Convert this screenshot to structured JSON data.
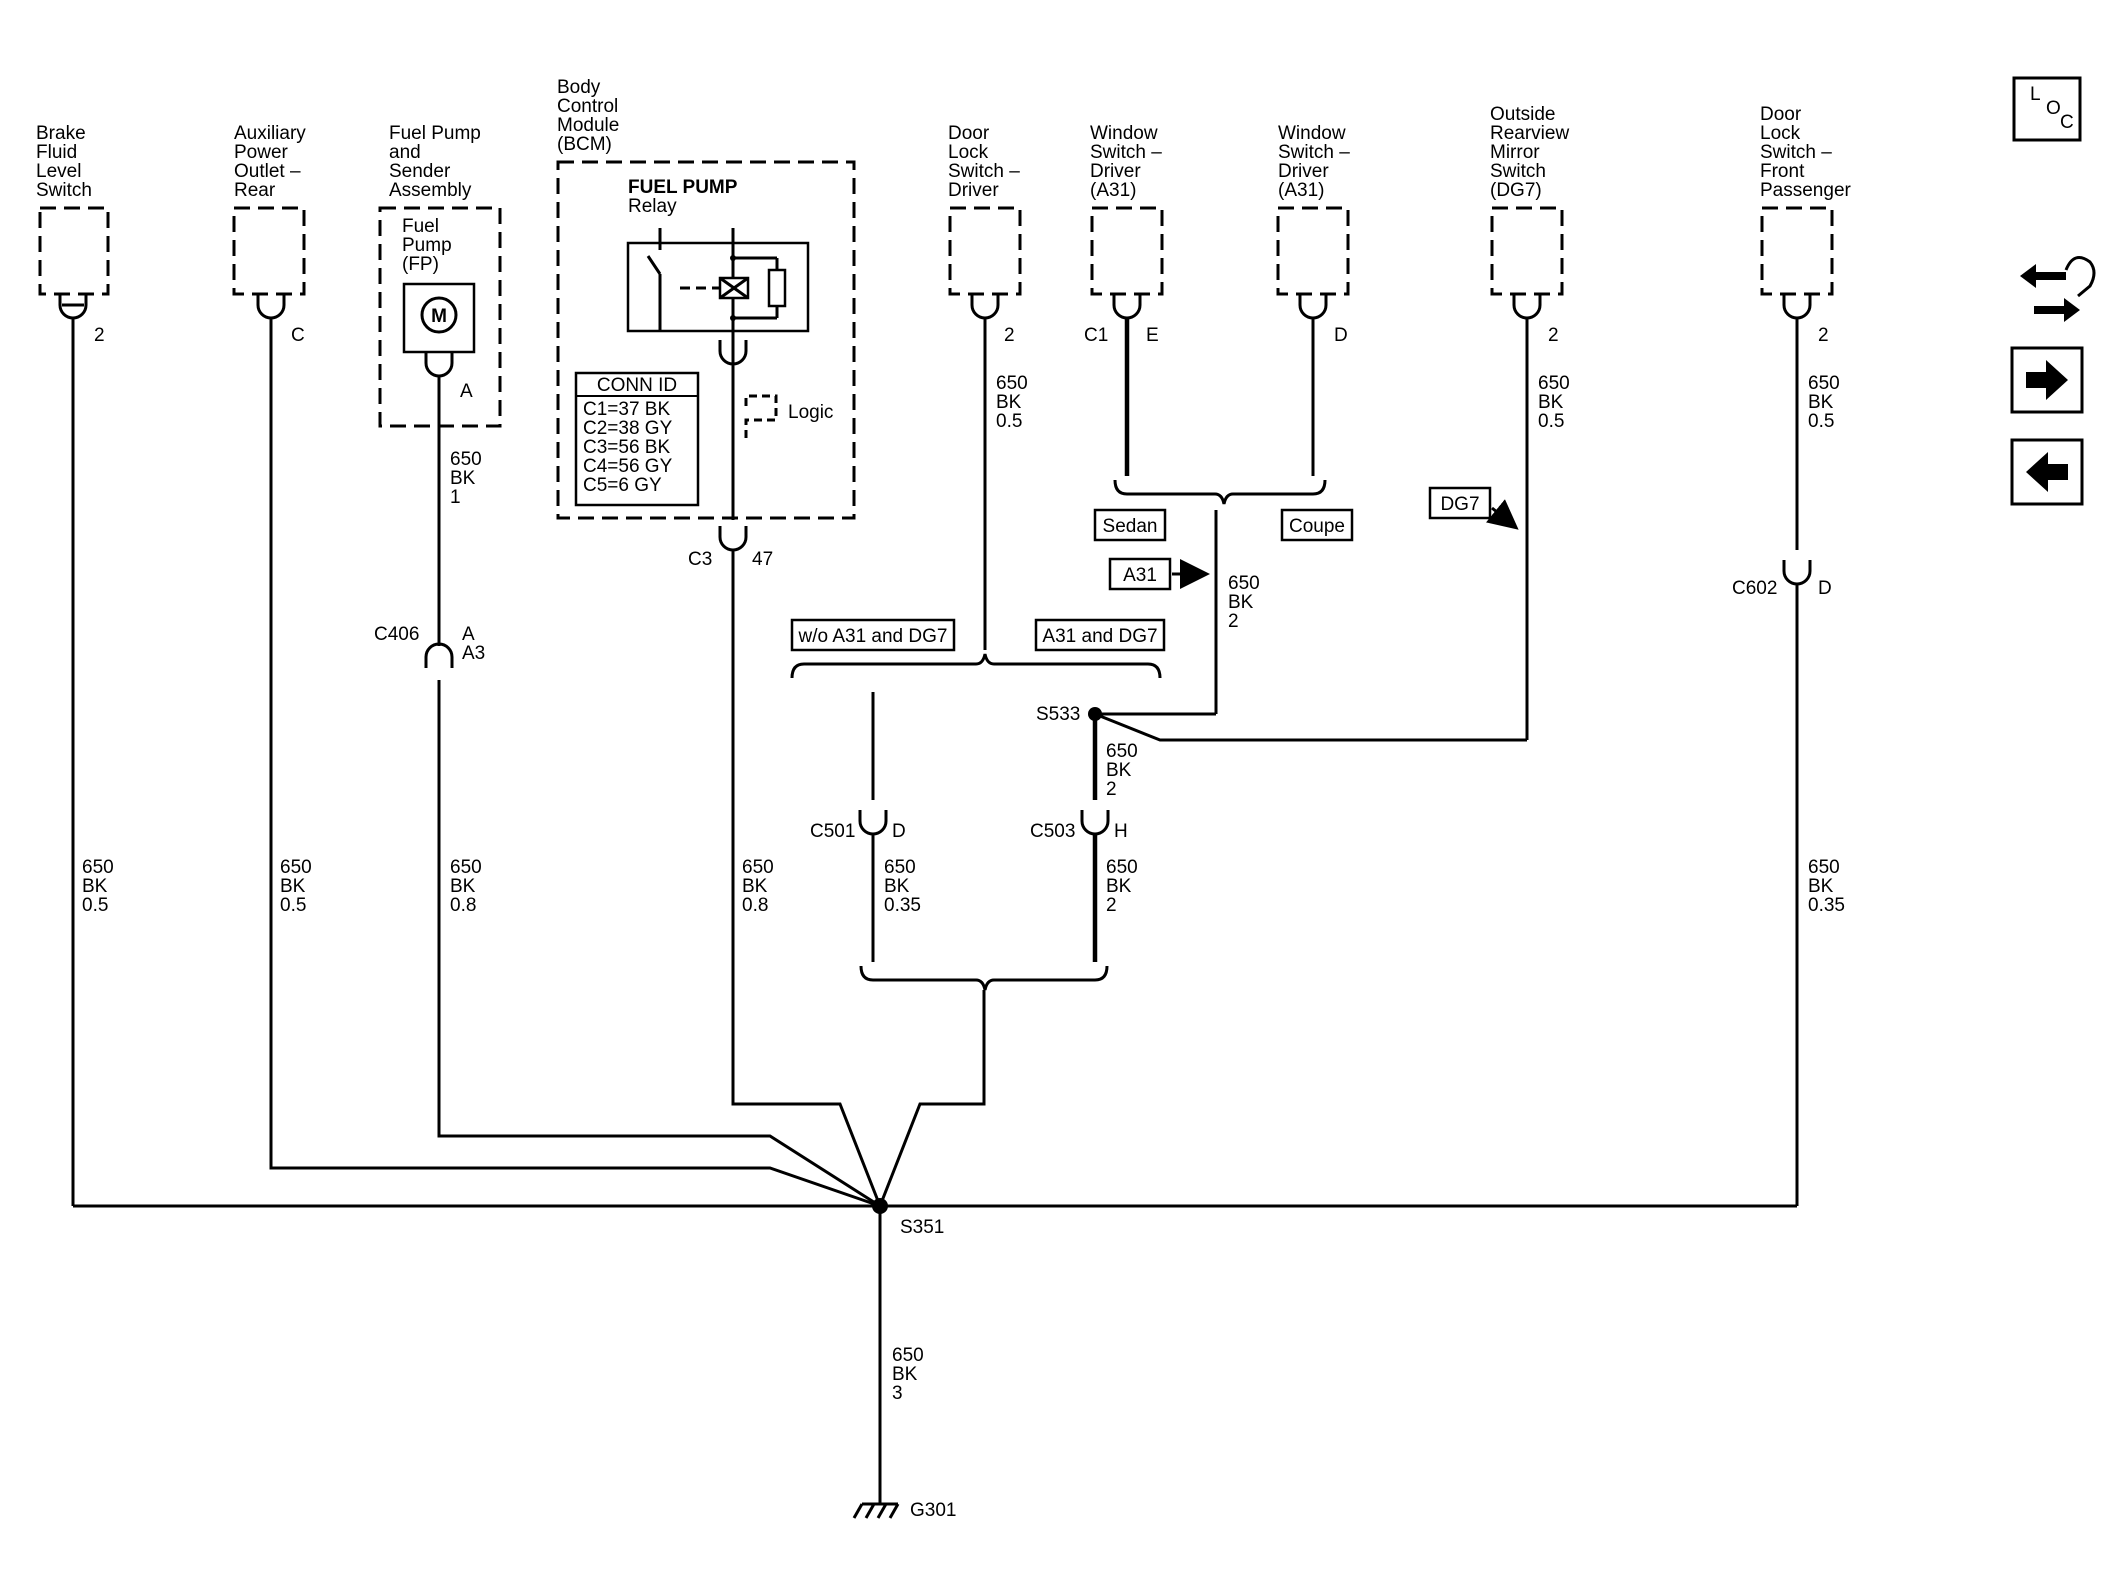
{
  "components": {
    "brake_fluid": [
      "Brake",
      "Fluid",
      "Level",
      "Switch"
    ],
    "aux_power": [
      "Auxiliary",
      "Power",
      "Outlet –",
      "Rear"
    ],
    "fuel_pump_assy": [
      "Fuel Pump",
      "and",
      "Sender",
      "Assembly"
    ],
    "fuel_pump_fp": [
      "Fuel",
      "Pump",
      "(FP)"
    ],
    "motor_symbol": "M",
    "bcm": [
      "Body",
      "Control",
      "Module",
      "(BCM)"
    ],
    "fuel_pump_relay": [
      "FUEL PUMP",
      "Relay"
    ],
    "logic": "Logic",
    "door_lock_driver": [
      "Door",
      "Lock",
      "Switch –",
      "Driver"
    ],
    "window_switch_1": [
      "Window",
      "Switch –",
      "Driver",
      "(A31)"
    ],
    "window_switch_2": [
      "Window",
      "Switch –",
      "Driver",
      "(A31)"
    ],
    "mirror_switch": [
      "Outside",
      "Rearview",
      "Mirror",
      "Switch",
      "(DG7)"
    ],
    "door_lock_passenger": [
      "Door",
      "Lock",
      "Switch –",
      "Front",
      "Passenger"
    ]
  },
  "conn_id": {
    "title": "CONN ID",
    "rows": [
      "C1=37 BK",
      "C2=38 GY",
      "C3=56 BK",
      "C4=56 GY",
      "C5=6 GY"
    ]
  },
  "pins": {
    "brake": "2",
    "aux": "C",
    "fp": "A",
    "door_driver": "2",
    "ws1_conn": "C1",
    "ws1_pin": "E",
    "ws2_pin": "D",
    "mirror": "2",
    "passenger": "2",
    "c3_conn": "C3",
    "c3_pin": "47",
    "c406_conn": "C406",
    "c406_pin_a": "A",
    "c406_pin_b": "A3",
    "c501_conn": "C501",
    "c501_pin": "D",
    "c503_conn": "C503",
    "c503_pin": "H",
    "c602_conn": "C602",
    "c602_pin": "D"
  },
  "wires": {
    "fp_upper": [
      "650",
      "BK",
      "1"
    ],
    "brake": [
      "650",
      "BK",
      "0.5"
    ],
    "aux": [
      "650",
      "BK",
      "0.5"
    ],
    "fp_lower": [
      "650",
      "BK",
      "0.8"
    ],
    "bcm": [
      "650",
      "BK",
      "0.8"
    ],
    "door_driver": [
      "650",
      "BK",
      "0.5"
    ],
    "mirror": [
      "650",
      "BK",
      "0.5"
    ],
    "passenger_upper": [
      "650",
      "BK",
      "0.5"
    ],
    "window": [
      "650",
      "BK",
      "2"
    ],
    "s533_down": [
      "650",
      "BK",
      "2"
    ],
    "c501": [
      "650",
      "BK",
      "0.35"
    ],
    "c503": [
      "650",
      "BK",
      "2"
    ],
    "passenger_lower": [
      "650",
      "BK",
      "0.35"
    ],
    "ground": [
      "650",
      "BK",
      "3"
    ]
  },
  "options": {
    "sedan": "Sedan",
    "coupe": "Coupe",
    "a31": "A31",
    "dg7": "DG7",
    "wo_a31_dg7": "w/o A31 and DG7",
    "a31_dg7": "A31 and DG7"
  },
  "splices": {
    "s533": "S533",
    "s351": "S351",
    "g301": "G301"
  },
  "nav": {
    "loc_letters": [
      "L",
      "O",
      "C"
    ],
    "loc_icon": "loc-icon",
    "swap_icon": "swap-arrows-icon",
    "next_icon": "arrow-right-icon",
    "prev_icon": "arrow-left-icon"
  }
}
